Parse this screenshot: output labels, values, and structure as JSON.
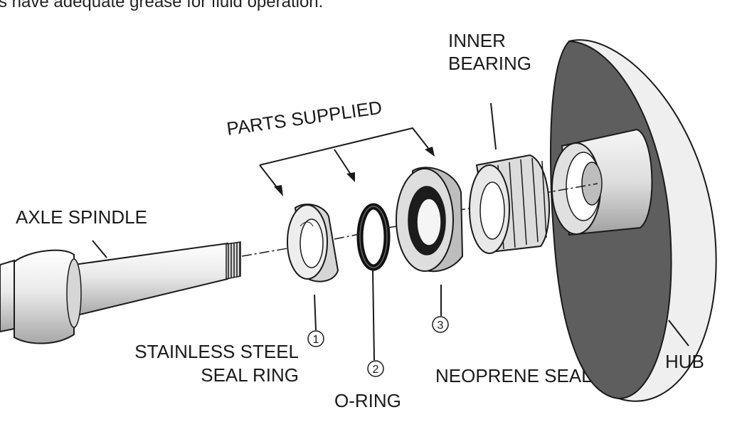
{
  "page": {
    "top_text_fragment": "s have adequate grease for fluid operation."
  },
  "labels": {
    "inner_bearing_line1": "INNER",
    "inner_bearing_line2": "BEARING",
    "parts_supplied": "PARTS SUPPLIED",
    "axle_spindle": "AXLE SPINDLE",
    "seal_ring_line1": "STAINLESS STEEL",
    "seal_ring_line2": "SEAL RING",
    "o_ring": "O-RING",
    "neoprene_seal": "NEOPRENE SEAL",
    "hub": "HUB"
  },
  "callouts": {
    "seal_ring": "1",
    "o_ring": "2",
    "neoprene_seal": "3"
  },
  "colors": {
    "hub_face": "#5e5e5e",
    "metal_light": "#f2f2f2",
    "metal_mid": "#cfcfcf",
    "metal_dark": "#9d9d9d",
    "ink": "#1a1a1a"
  }
}
